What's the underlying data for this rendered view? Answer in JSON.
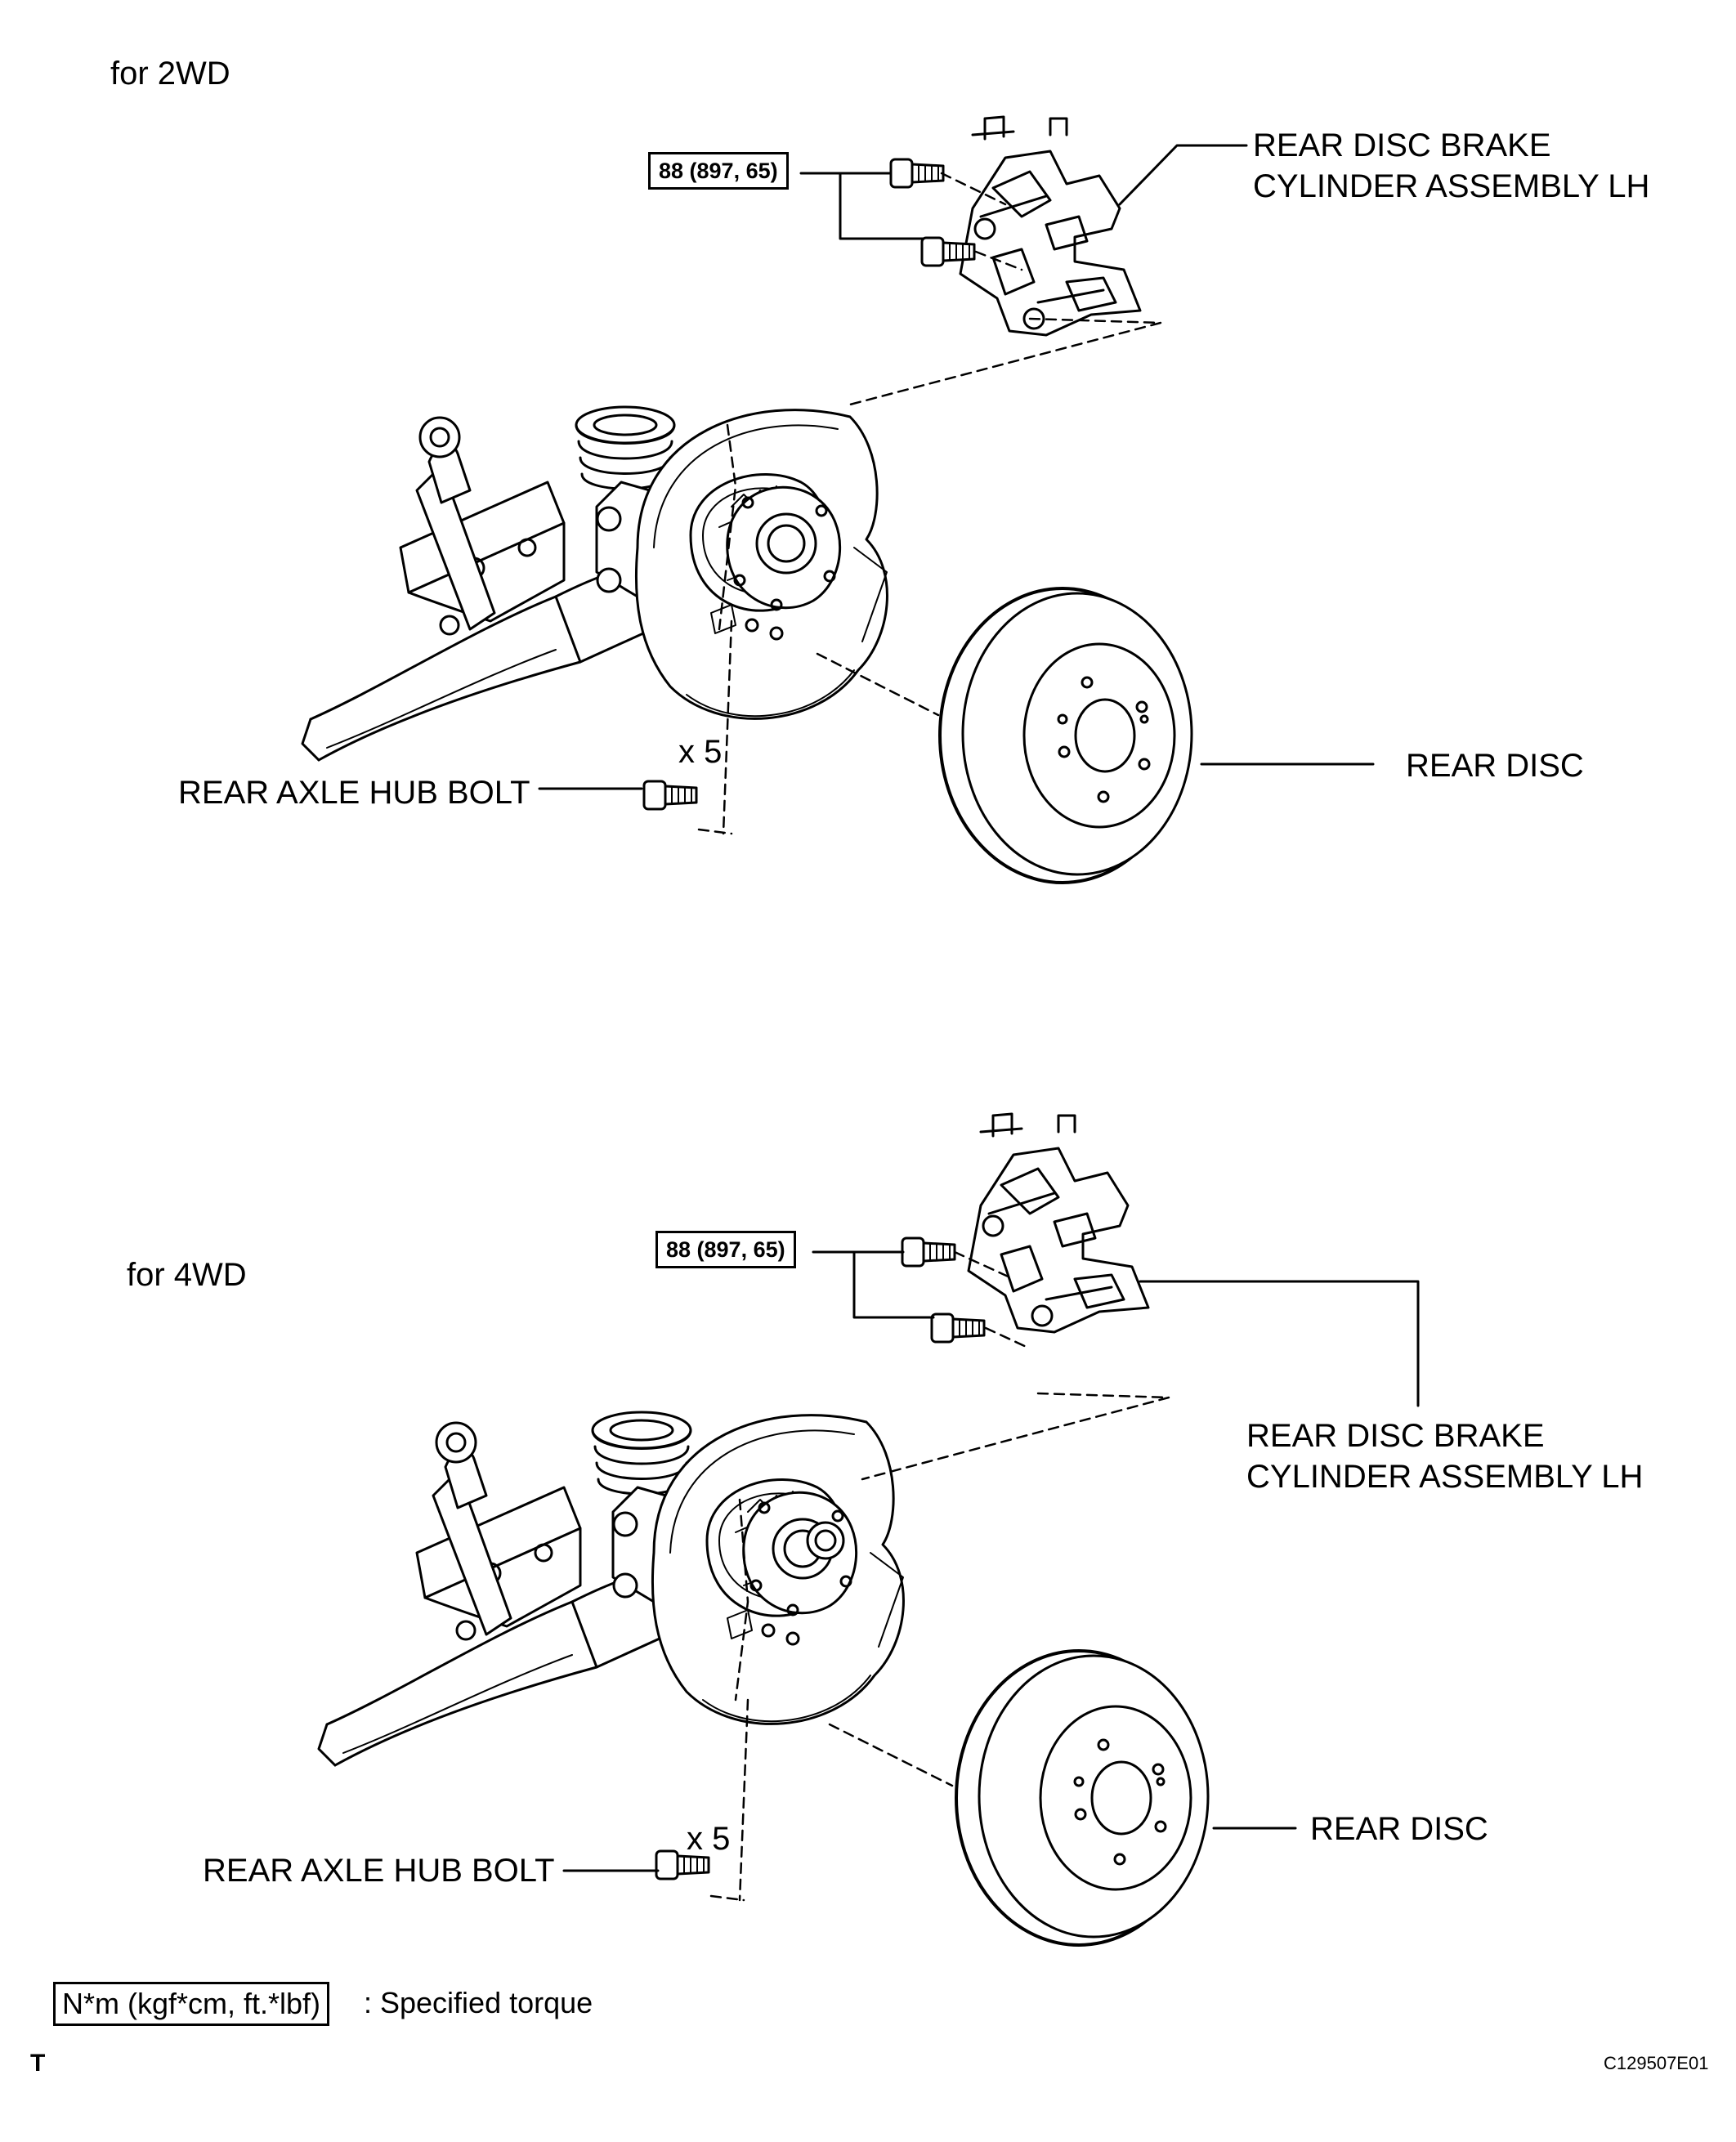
{
  "sections": [
    {
      "heading": "for 2WD",
      "torque_value": "88 (897, 65)",
      "labels": {
        "caliper": [
          "REAR DISC BRAKE",
          "CYLINDER ASSEMBLY LH"
        ],
        "disc": "REAR DISC",
        "hub_bolt": "REAR AXLE HUB BOLT",
        "bolt_qty": "x 5"
      }
    },
    {
      "heading": "for 4WD",
      "torque_value": "88 (897, 65)",
      "labels": {
        "caliper": [
          "REAR DISC BRAKE",
          "CYLINDER ASSEMBLY LH"
        ],
        "disc": "REAR DISC",
        "hub_bolt": "REAR AXLE HUB BOLT",
        "bolt_qty": "x 5"
      }
    }
  ],
  "legend": {
    "units": "N*m (kgf*cm, ft.*lbf)",
    "description": ": Specified torque"
  },
  "footer": {
    "corner_mark": "T",
    "figure_id": "C129507E01"
  }
}
